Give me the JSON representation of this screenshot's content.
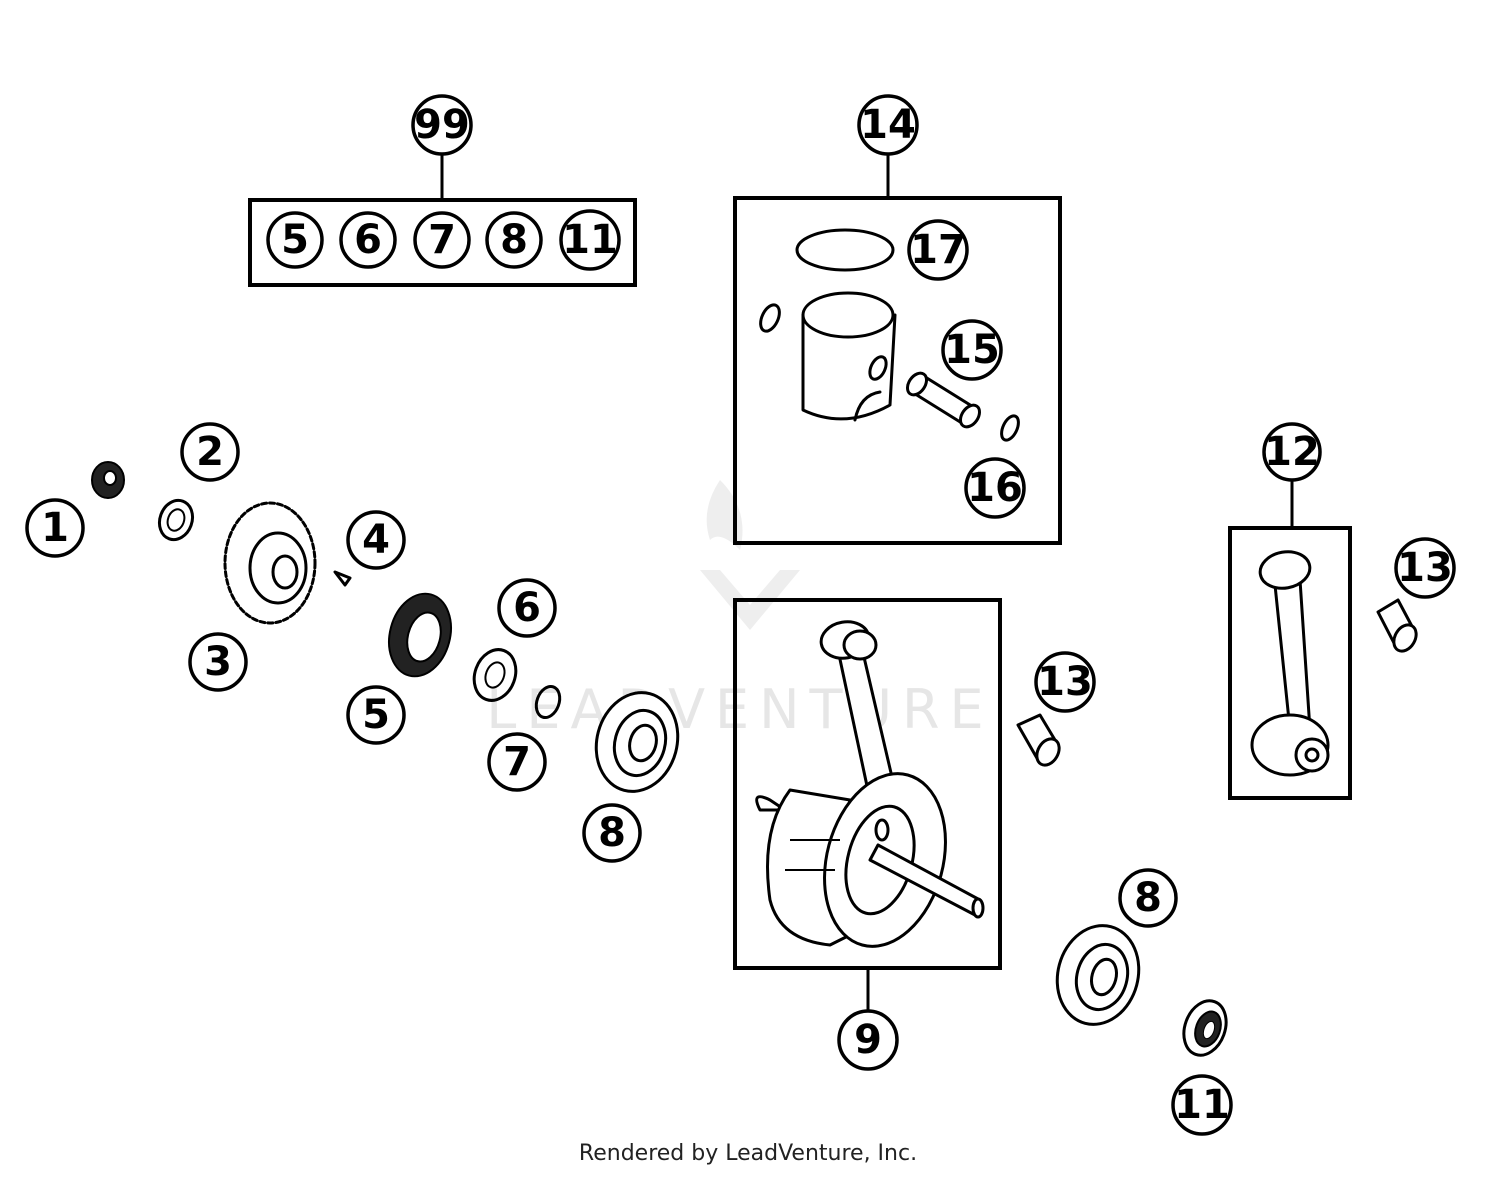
{
  "diagram": {
    "watermark": "LEADVENTURE",
    "credit": "Rendered by LeadVenture, Inc.",
    "callouts": {
      "c1": "1",
      "c2": "2",
      "c3": "3",
      "c4": "4",
      "c5": "5",
      "c6": "6",
      "c7": "7",
      "c8a": "8",
      "c8b": "8",
      "c9": "9",
      "c11": "11",
      "c12": "12",
      "c13a": "13",
      "c13b": "13",
      "c14": "14",
      "c15": "15",
      "c16": "16",
      "c17": "17",
      "c99": "99"
    },
    "kit": {
      "k5": "5",
      "k6": "6",
      "k7": "7",
      "k8": "8",
      "k11": "11"
    }
  }
}
